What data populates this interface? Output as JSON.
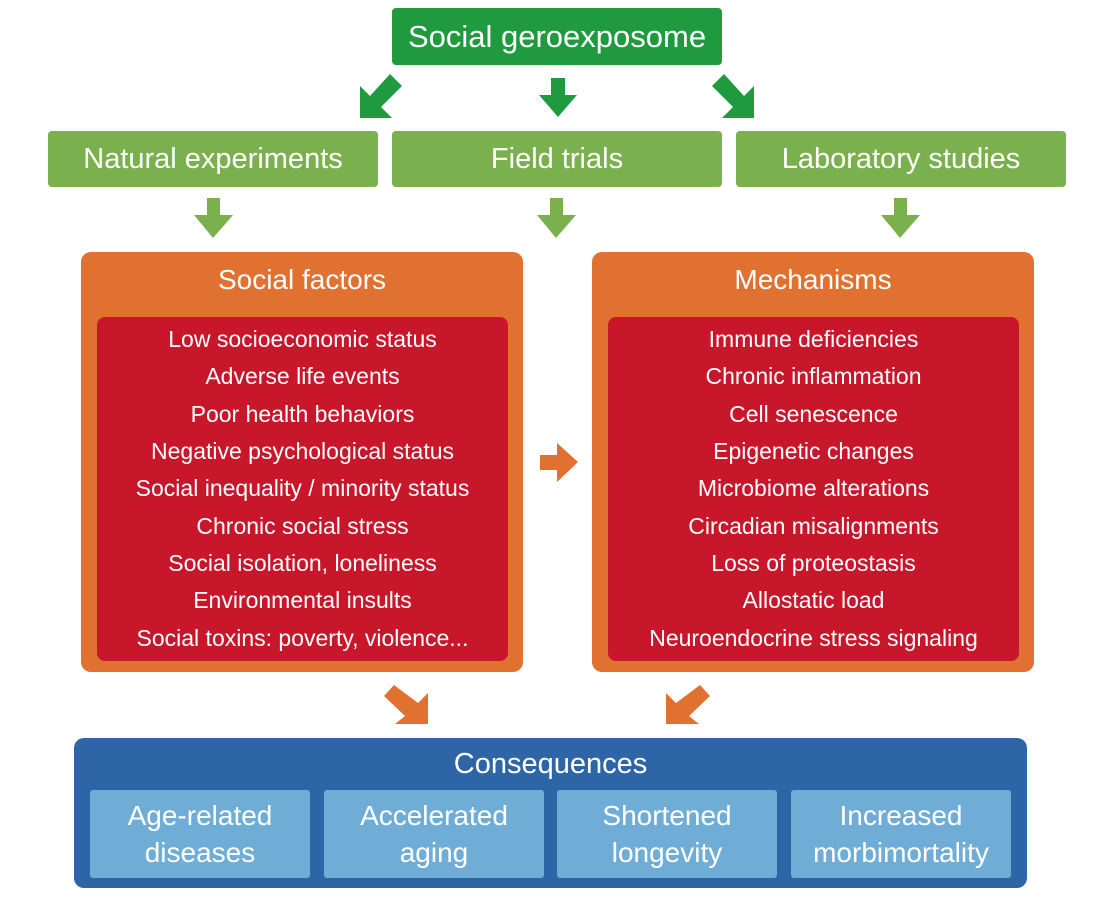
{
  "top": {
    "label": "Social geroexposome",
    "color": "#1f9a3f"
  },
  "approaches": [
    {
      "label": "Natural experiments"
    },
    {
      "label": "Field trials"
    },
    {
      "label": "Laboratory studies"
    }
  ],
  "approach_color": "#7ab04e",
  "social_factors": {
    "title": "Social factors",
    "items": [
      "Low socioeconomic status",
      "Adverse life events",
      "Poor health behaviors",
      "Negative psychological status",
      "Social inequality / minority status",
      "Chronic social stress",
      "Social isolation, loneliness",
      "Environmental insults",
      "Social toxins: poverty, violence..."
    ]
  },
  "mechanisms": {
    "title": "Mechanisms",
    "items": [
      "Immune deficiencies",
      "Chronic inflammation",
      "Cell senescence",
      "Epigenetic changes",
      "Microbiome alterations",
      "Circadian misalignments",
      "Loss of proteostasis",
      "Allostatic load",
      "Neuroendocrine stress signaling"
    ]
  },
  "consequences": {
    "title": "Consequences",
    "items": [
      {
        "line1": "Age-related",
        "line2": "diseases"
      },
      {
        "line1": "Accelerated",
        "line2": "aging"
      },
      {
        "line1": "Shortened",
        "line2": "longevity"
      },
      {
        "line1": "Increased",
        "line2": "morbimortality"
      }
    ]
  },
  "colors": {
    "orange": "#e07131",
    "red": "#c8162b",
    "blue": "#2e65a7",
    "light_blue": "#6fadd6"
  }
}
